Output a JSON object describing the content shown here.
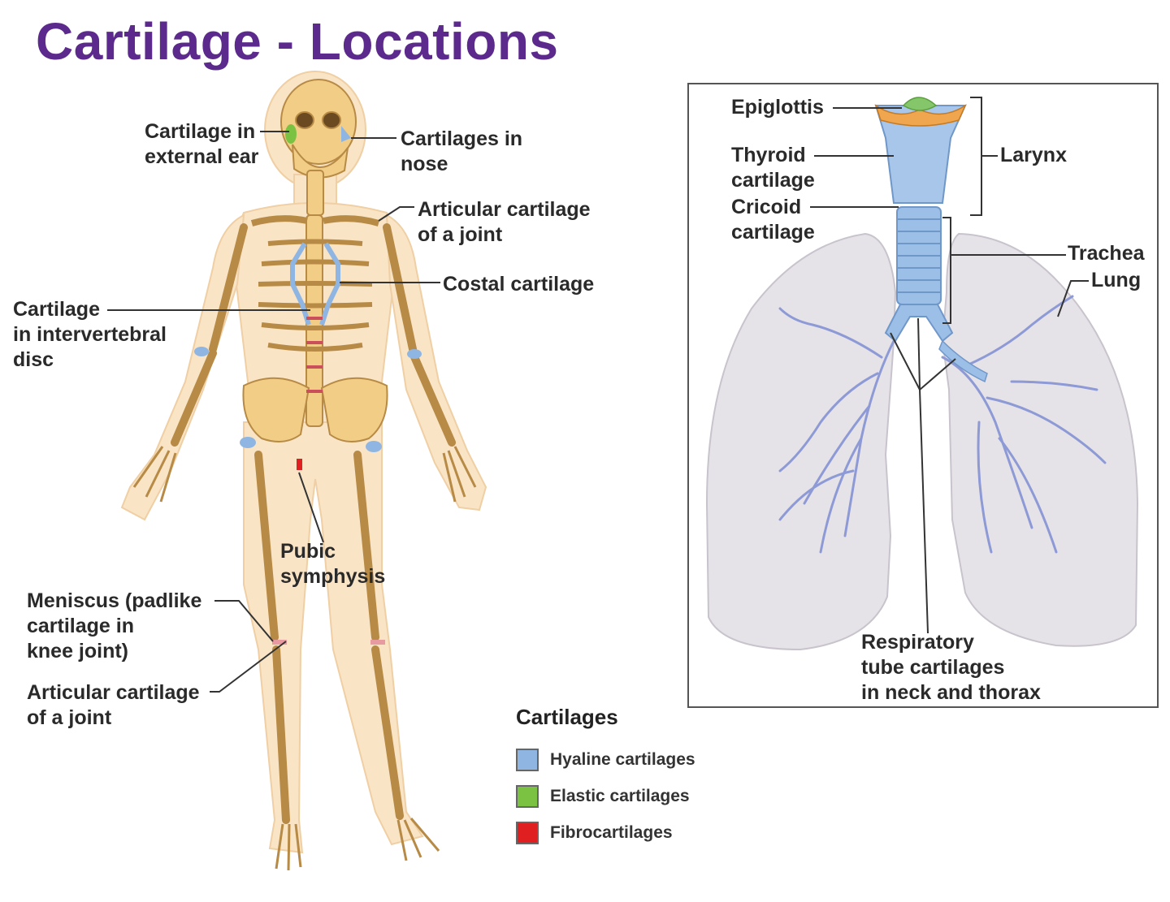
{
  "title": "Cartilage - Locations",
  "body_labels": {
    "ear": [
      "Cartilage in",
      "external ear"
    ],
    "nose": [
      "Cartilages in",
      "nose"
    ],
    "shoulder": [
      "Articular cartilage",
      "of a joint"
    ],
    "costal": [
      "Costal cartilage"
    ],
    "disc": [
      "Cartilage",
      "in intervertebral",
      "disc"
    ],
    "pubic": [
      "Pubic",
      "symphysis"
    ],
    "meniscus": [
      "Meniscus (padlike",
      "cartilage in",
      "knee joint)"
    ],
    "knee_articular": [
      "Articular cartilage",
      "of a joint"
    ]
  },
  "respiratory_labels": {
    "epiglottis": [
      "Epiglottis"
    ],
    "thyroid": [
      "Thyroid",
      "cartilage"
    ],
    "cricoid": [
      "Cricoid",
      "cartilage"
    ],
    "larynx": [
      "Larynx"
    ],
    "trachea": [
      "Trachea"
    ],
    "lung": [
      "Lung"
    ],
    "respiratory_tube": [
      "Respiratory",
      "tube cartilages",
      "in neck and thorax"
    ]
  },
  "legend": {
    "title": "Cartilages",
    "items": [
      {
        "label": "Hyaline cartilages",
        "color": "#8fb6e3"
      },
      {
        "label": "Elastic cartilages",
        "color": "#7cc242"
      },
      {
        "label": "Fibrocartilages",
        "color": "#e02020"
      }
    ]
  },
  "colors": {
    "title": "#5b2a8c",
    "body": "#f8e2c0",
    "bone": "#f2cd86",
    "hyaline": "#8fb6e3",
    "elastic": "#7cc242",
    "fibro": "#e02020",
    "lung": "#e6e3e8"
  }
}
